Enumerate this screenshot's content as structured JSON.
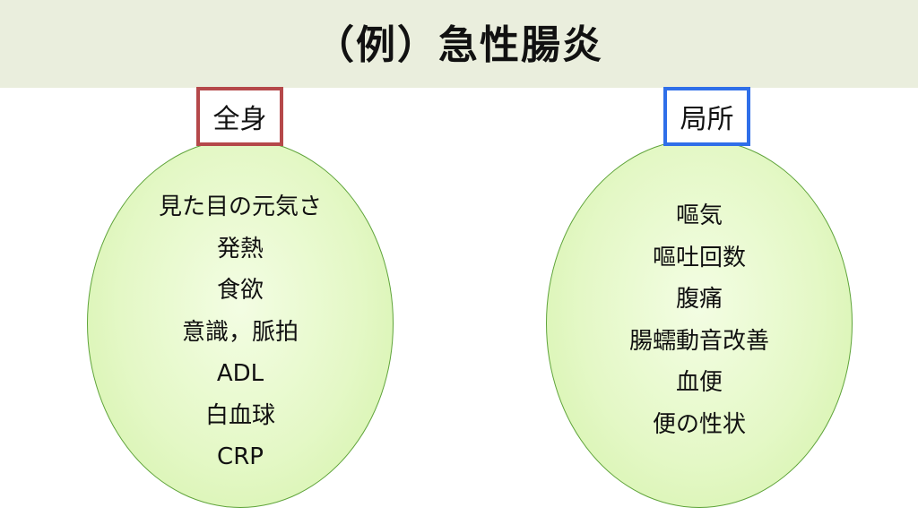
{
  "slide": {
    "title": "（例）急性腸炎"
  },
  "left_group": {
    "label": "全身",
    "items": [
      "見た目の元気さ",
      "発熱",
      "食欲",
      "意識，脈拍",
      "ADL",
      "白血球",
      "CRP"
    ]
  },
  "right_group": {
    "label": "局所",
    "items": [
      "嘔気",
      "嘔吐回数",
      "腹痛",
      "腸蠕動音改善",
      "血便",
      "便の性状"
    ]
  },
  "colors": {
    "title_band": "#eaeedd",
    "ellipse_fill": "#e4f8c6",
    "ellipse_border": "#5fa43a",
    "left_label_border": "#b5484a",
    "right_label_border": "#2f6fe9"
  }
}
